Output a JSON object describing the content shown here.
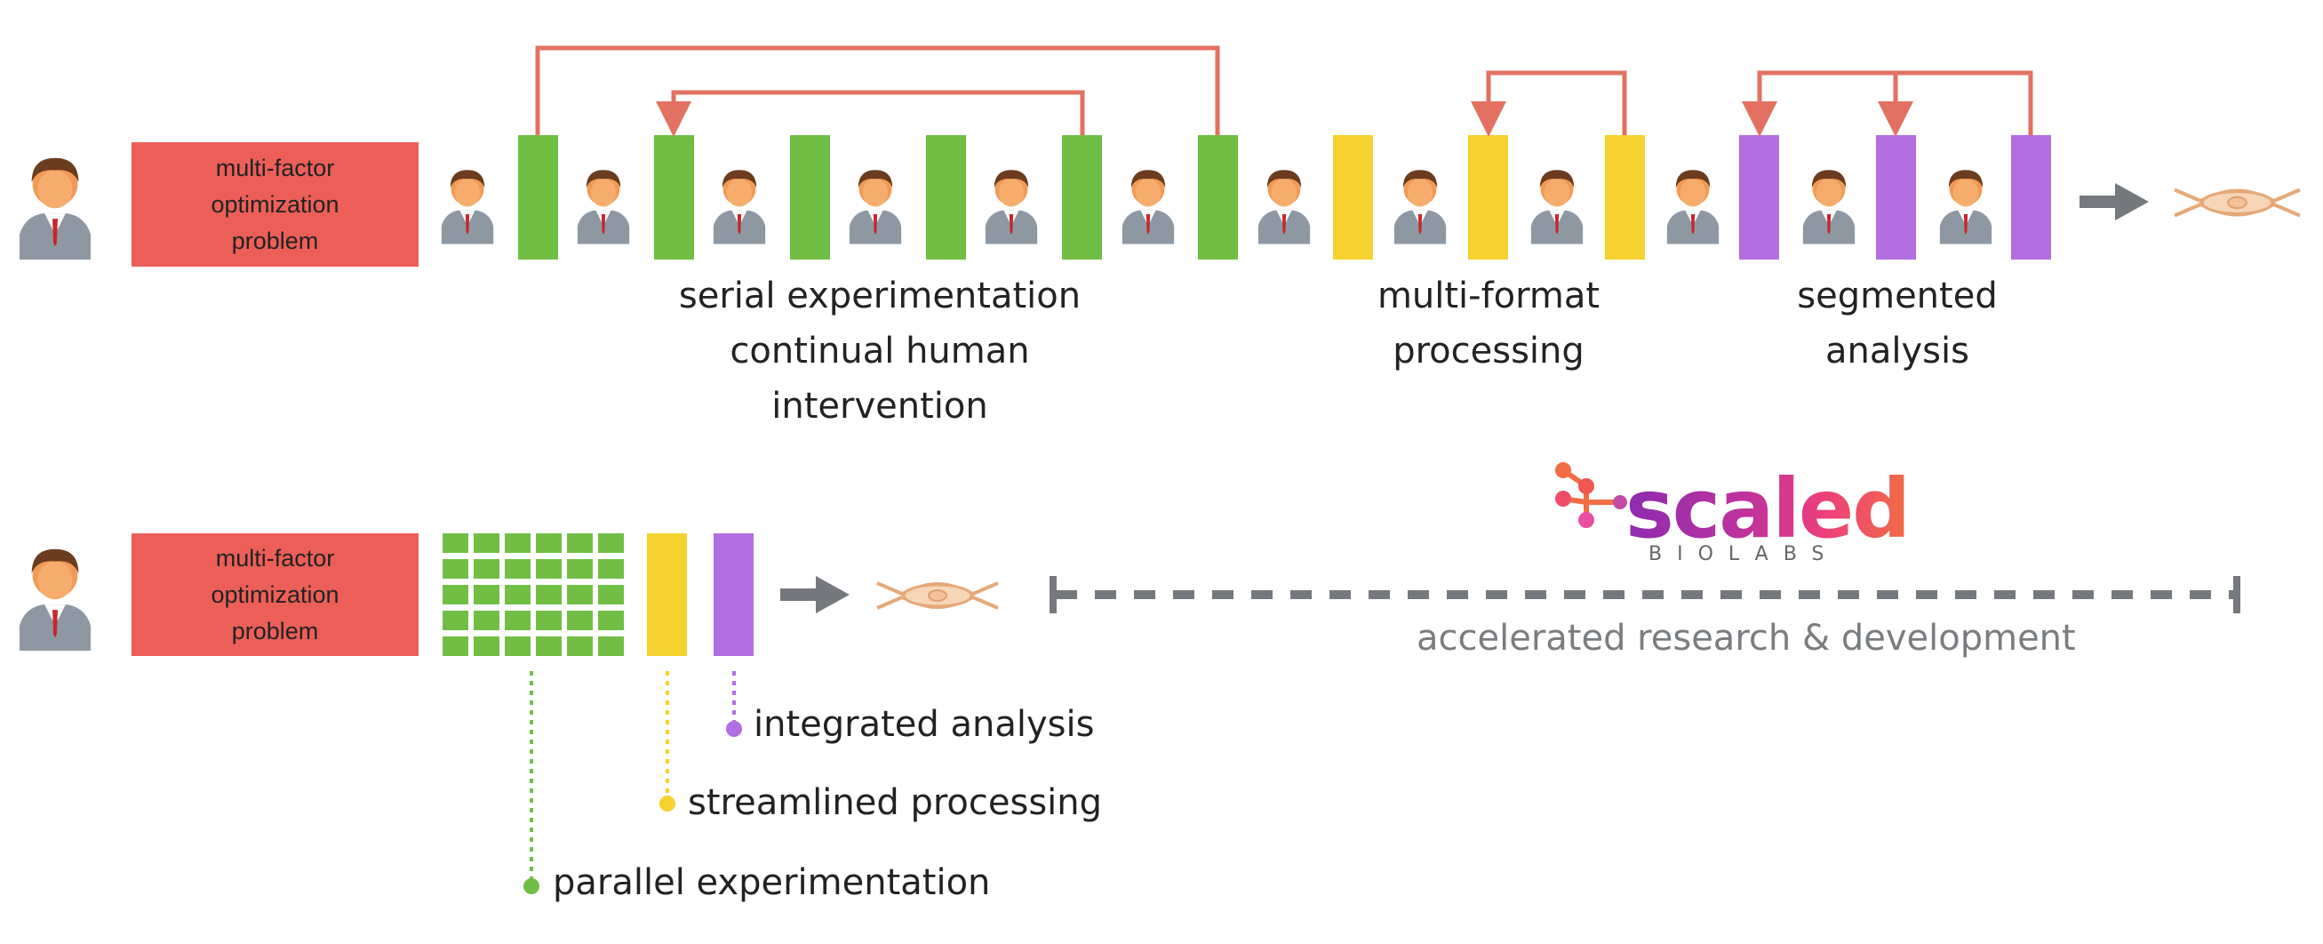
{
  "top_row": {
    "problem_lines": [
      "multi-factor",
      "optimization",
      "problem"
    ],
    "captions": {
      "serial": [
        "serial experimentation",
        "continual human intervention"
      ],
      "format": [
        "multi-format",
        "processing"
      ],
      "segmented": [
        "segmented",
        "analysis"
      ]
    }
  },
  "bottom_row": {
    "problem_lines": [
      "multi-factor",
      "optimization",
      "problem"
    ],
    "legend": {
      "integrated": "integrated analysis",
      "streamlined": "streamlined processing",
      "parallel": "parallel experimentation"
    },
    "accelerated": "accelerated research & development"
  },
  "logo": {
    "word": "scaled",
    "sub": "BIOLABS"
  },
  "colors": {
    "green": "#70bf44",
    "yellow": "#f5d22e",
    "purple": "#b26ee0",
    "red": "#ec5f59",
    "loop_arrow": "#e37161",
    "grey_arrow": "#75787c"
  }
}
